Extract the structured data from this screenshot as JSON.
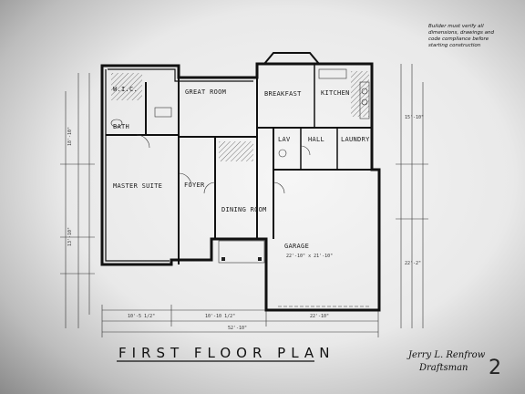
{
  "notes": {
    "builder_notice": [
      "Builder must verify all",
      "dimensions, drawings and",
      "code compliance before",
      "starting construction"
    ]
  },
  "plan": {
    "title": "FIRST FLOOR PLAN",
    "draftsman_name": "Jerry L. Renfrow",
    "draftsman_role": "Draftsman",
    "page_number": "2"
  },
  "rooms": {
    "great_room": "GREAT ROOM",
    "breakfast": "BREAKFAST",
    "kitchen": "KITCHEN",
    "bath": "BATH",
    "master_suite": "MASTER SUITE",
    "foyer": "FOYER",
    "dining_room": "DINING ROOM",
    "garage": "GARAGE",
    "lav": "LAV",
    "hall": "HALL",
    "laundry": "LAUNDRY",
    "wic": "W.I.C."
  },
  "dimensions": {
    "bottom_left": "10'-5 1/2\"",
    "bottom_mid": "10'-10 1/2\"",
    "bottom_right": "22'-10\"",
    "bottom_total": "52'-10\"",
    "left_upper": "18'-10\"",
    "left_lower": "13'-10\"",
    "right_upper": "15'-10\"",
    "right_lower": "22'-2\"",
    "garage_size": "22'-10\" x 21'-10\""
  }
}
